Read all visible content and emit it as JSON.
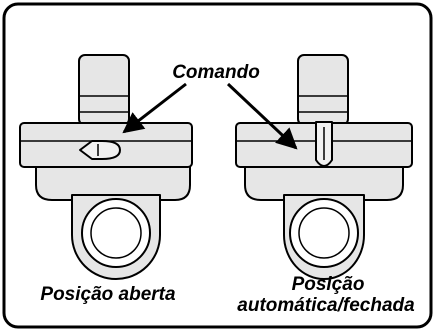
{
  "labels": {
    "command": "Comando",
    "open_position": "Posição aberta",
    "auto_closed_position_line1": "Posição",
    "auto_closed_position_line2": "automática/fechada"
  },
  "colors": {
    "stroke": "#000000",
    "body_fill": "#e6e6e6",
    "light_fill": "#f0f0f0",
    "background": "#ffffff"
  },
  "icons": {
    "valve_open": "valve-open-position-icon",
    "valve_closed": "valve-auto-closed-position-icon"
  }
}
